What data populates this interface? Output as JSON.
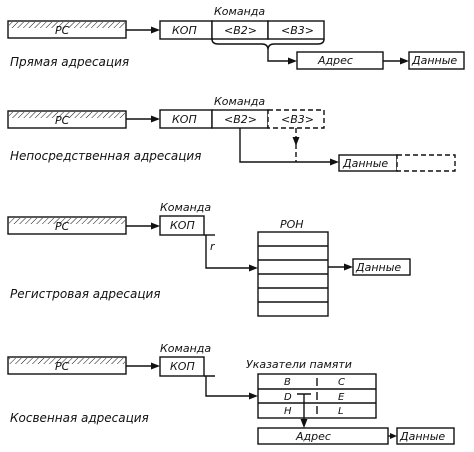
{
  "labels": {
    "pc": "PC",
    "kop": "КОП",
    "command": "Команда",
    "b2": "<B2>",
    "b3": "<B3>",
    "address": "Адрес",
    "data": "Данные",
    "ron": "РОН",
    "r": "r",
    "memory_pointers": "Указатели памяти",
    "pointer_cells": [
      "B",
      "C",
      "D",
      "E",
      "H",
      "L"
    ]
  },
  "captions": {
    "direct": "Прямая адресация",
    "immediate": "Непосредственная адресация",
    "register": "Регистровая адресация",
    "indirect": "Косвенная адресация"
  }
}
